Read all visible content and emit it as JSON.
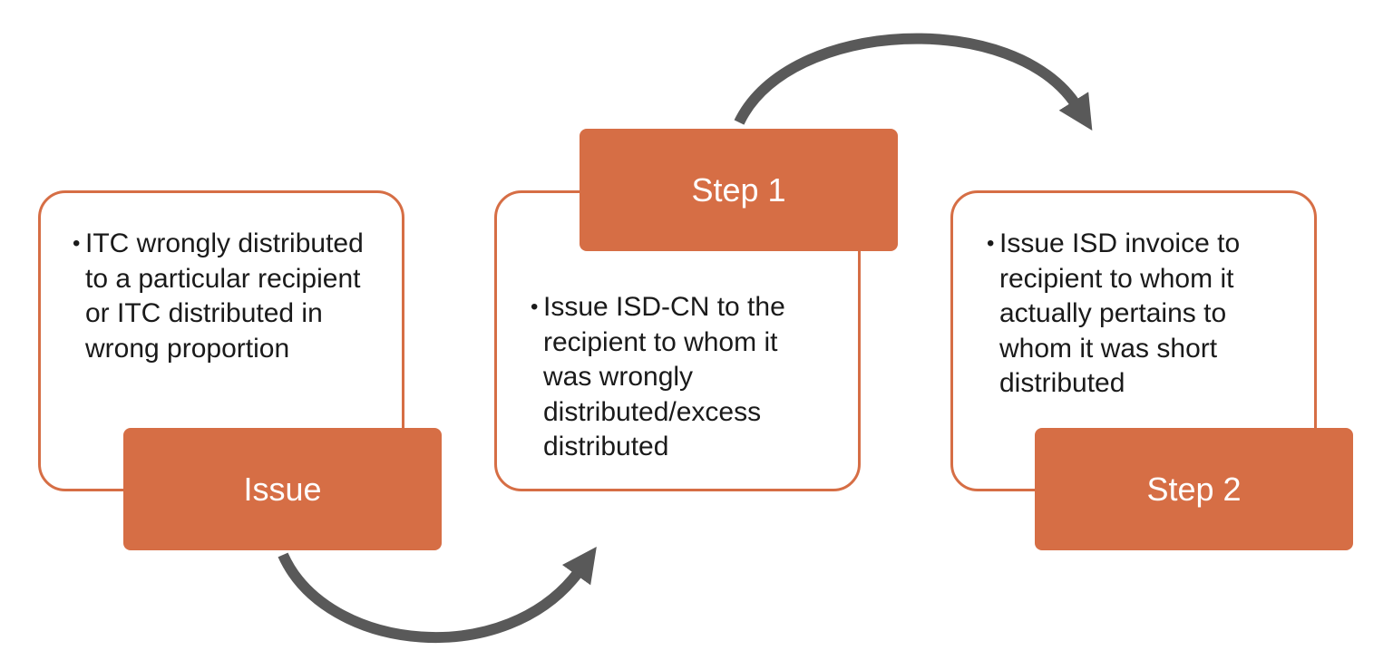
{
  "boxes": [
    {
      "label": "Issue",
      "bullet": "•",
      "text": "ITC wrongly distributed to a particular recipient or ITC distributed in wrong proportion"
    },
    {
      "label": "Step 1",
      "bullet": "•",
      "text": "Issue ISD-CN to the recipient to whom it was wrongly distributed/excess distributed"
    },
    {
      "label": "Step 2",
      "bullet": "•",
      "text": "Issue ISD invoice to recipient to whom it actually pertains to whom it was short distributed"
    }
  ],
  "colors": {
    "accent": "#D66E45",
    "arrow": "#595959",
    "text": "#1a1a1a",
    "label_text": "#ffffff"
  }
}
